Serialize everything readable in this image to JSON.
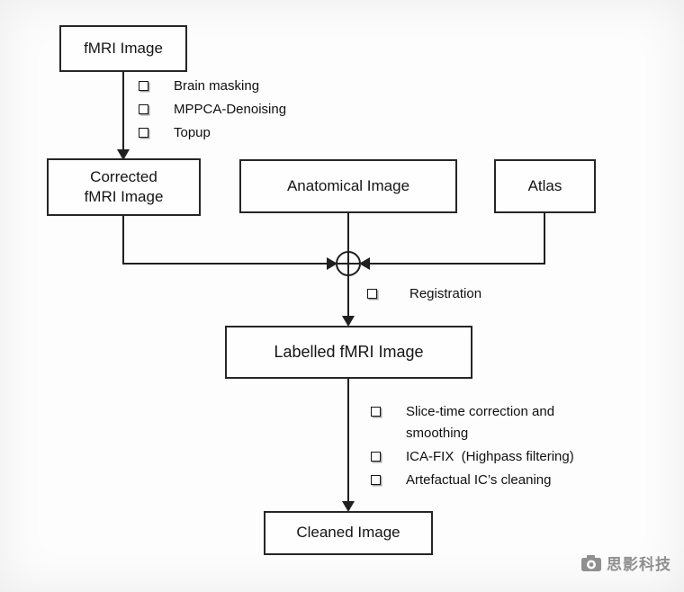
{
  "diagram": {
    "nodes": {
      "fmri": {
        "label": "fMRI Image"
      },
      "corrected": {
        "line1": "Corrected",
        "line2": "fMRI Image"
      },
      "anatomical": {
        "label": "Anatomical Image"
      },
      "atlas": {
        "label": "Atlas"
      },
      "labelled": {
        "label": "Labelled fMRI Image"
      },
      "cleaned": {
        "label": "Cleaned Image"
      }
    },
    "step_lists": {
      "preprocessing": {
        "items": [
          "Brain masking",
          "MPPCA-Denoising",
          "Topup"
        ]
      },
      "registration": {
        "items": [
          "Registration"
        ]
      },
      "cleaning": {
        "items": [
          "Slice-time correction and smoothing",
          "ICA-FIX  (Highpass filtering)",
          "Artefactual IC’s cleaning"
        ]
      }
    },
    "merge_symbol": "circle-plus",
    "watermark": {
      "brand": "思影科技"
    }
  }
}
